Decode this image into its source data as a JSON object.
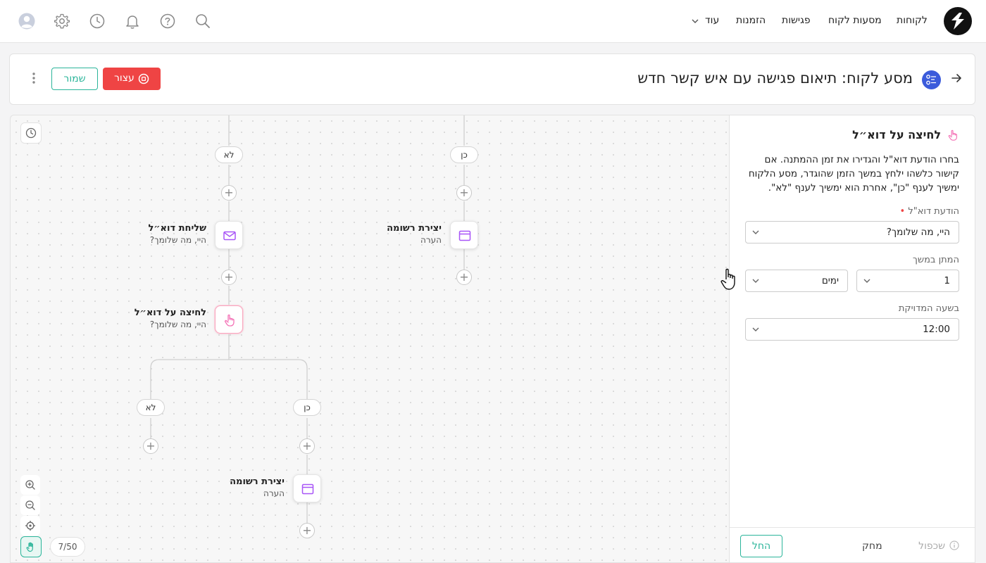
{
  "nav": {
    "links": [
      "לקוחות",
      "מסעות לקוח",
      "פגישות",
      "הזמנות",
      "עוד"
    ],
    "icons": [
      "search-icon",
      "help-icon",
      "bell-icon",
      "clock-icon",
      "gear-icon",
      "avatar-icon"
    ]
  },
  "header": {
    "title": "מסע לקוח: תיאום פגישה עם איש קשר חדש",
    "stop_label": "עצור",
    "save_label": "שמור"
  },
  "canvas": {
    "branch_yes": "כן",
    "branch_no": "לא",
    "nodes": {
      "create_note_top": {
        "title": "יצירת רשומה",
        "subtitle": "הערה"
      },
      "send_email": {
        "title": "שליחת דוא״ל",
        "subtitle": "היי, מה שלומך?"
      },
      "email_click": {
        "title": "לחיצה על דוא״ל",
        "subtitle": "היי, מה שלומך?"
      },
      "create_note_bottom": {
        "title": "יצירת רשומה",
        "subtitle": "הערה"
      }
    },
    "step_count": "7/50"
  },
  "panel": {
    "title": "לחיצה על דוא״ל",
    "description": "בחרו הודעת דוא\"ל והגדירו את זמן ההמתנה. אם קישור כלשהו ילחץ במשך הזמן שהוגדר, מסע הלקוח ימשיך לענף \"כן\", אחרת הוא ימשיך לענף \"לא\".",
    "email_label": "הודעת דוא\"ל",
    "email_value": "היי, מה שלומך?",
    "wait_label": "המתן במשך",
    "wait_amount": "1",
    "wait_unit": "ימים",
    "time_label": "בשעה המדויקת",
    "time_value": "12:00",
    "apply_label": "החל",
    "delete_label": "מחק",
    "duplicate_label": "שכפול"
  },
  "colors": {
    "accent": "#2bb59a",
    "danger": "#ef4444",
    "brand_blue": "#3b5bdb",
    "node_purple": "#a855f7",
    "node_pink": "#f472b6"
  }
}
